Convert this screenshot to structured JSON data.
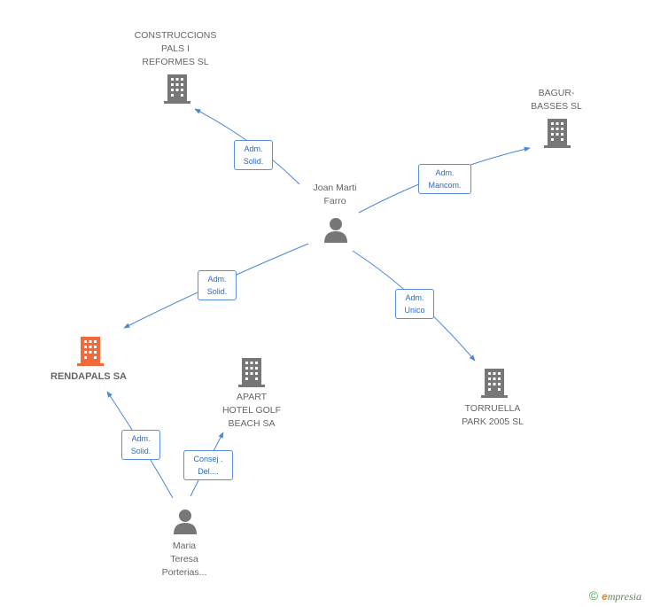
{
  "colors": {
    "line": "#4a86d8",
    "building_gray": "#777777",
    "building_main": "#f26a3b",
    "person": "#777777",
    "edge_label_border": "#5b8fd6",
    "edge_label_text": "#2f6bbd"
  },
  "nodes": {
    "construccions": {
      "label": "CONSTRUCCIONS\nPALS I\nREFORMES SL",
      "icon": "building-icon"
    },
    "bagur": {
      "label": "BAGUR-\nBASSES SL",
      "icon": "building-icon"
    },
    "joan": {
      "label": "Joan Marti\nFarro",
      "icon": "person-icon"
    },
    "rendapals": {
      "label": "RENDAPALS SA",
      "icon": "building-icon"
    },
    "apart": {
      "label": "APART\nHOTEL GOLF\nBEACH SA",
      "icon": "building-icon"
    },
    "torruella": {
      "label": "TORRUELLA\nPARK 2005 SL",
      "icon": "building-icon"
    },
    "maria": {
      "label": "Maria\nTeresa\nPorterias...",
      "icon": "person-icon"
    }
  },
  "edges": {
    "joan_construccions": "Adm.\nSolid.",
    "joan_bagur": "Adm.\nMancom.",
    "joan_rendapals": "Adm.\nSolid.",
    "joan_torruella": "Adm.\nUnico",
    "maria_rendapals": "Adm.\nSolid.",
    "maria_apart": "Consej .\nDel...."
  },
  "footer": {
    "copyright": "©",
    "brand_initial": "e",
    "brand_rest": "mpresia"
  }
}
